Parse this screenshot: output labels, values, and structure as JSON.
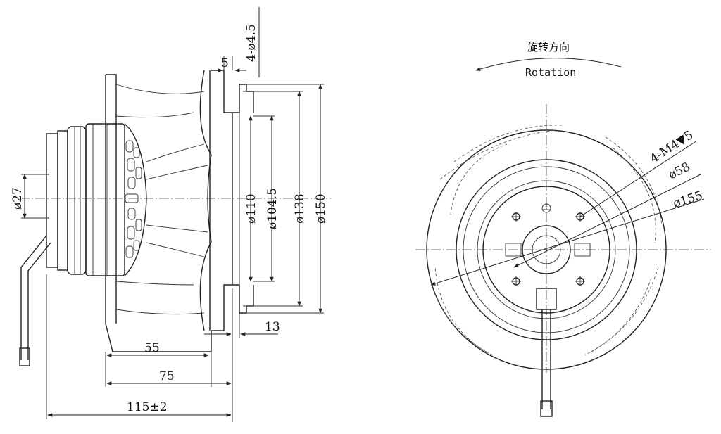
{
  "side_view": {
    "dims": {
      "hole_spec": "4-ø4.5",
      "flange_thk": "5",
      "d_hub": "ø27",
      "d_110": "ø110",
      "d_104": "ø104.5",
      "d_138": "ø138",
      "d_150": "ø150",
      "gap_13": "13",
      "len_55": "55",
      "len_75": "75",
      "len_115": "115±2"
    }
  },
  "front_view": {
    "rotation_cn": "旋转方向",
    "rotation_en": "Rotation",
    "dims": {
      "thread_spec": "4-M4▼5",
      "d_58": "ø58",
      "d_155": "ø155"
    }
  }
}
